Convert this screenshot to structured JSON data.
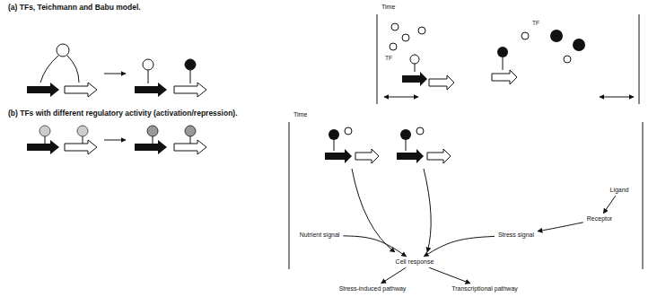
{
  "diagram": {
    "nodes": [
      {
        "text": [
          "Nutrient signal"
        ]
      },
      {
        "text": [
          "Stress signal"
        ]
      },
      {
        "text": [
          "Cell response"
        ]
      },
      {
        "text": [
          "Stress-induced pathway"
        ]
      },
      {
        "text": [
          "Transcriptional pathway"
        ]
      },
      {
        "text": [
          "Ligand"
        ]
      },
      {
        "text": [
          "Receptor"
        ]
      }
    ],
    "edges": [
      {
        "from": 0,
        "to": 2,
        "arrow": "to"
      },
      {
        "from": 1,
        "to": 2,
        "arrow": "to"
      },
      {
        "from": 2,
        "to": 3,
        "arrow": "to"
      },
      {
        "from": 2,
        "to": 4,
        "arrow": "to"
      },
      {
        "from": 5,
        "to": 6,
        "arrow": "to"
      },
      {
        "from": 6,
        "to": 1,
        "arrow": "to"
      }
    ],
    "labels": [
      "(a) TFs, Teichmann and Babu model.",
      "(b) TFs with different regulatory activity (activation/repression).",
      "Time",
      "Time",
      "TF",
      "TF"
    ]
  }
}
